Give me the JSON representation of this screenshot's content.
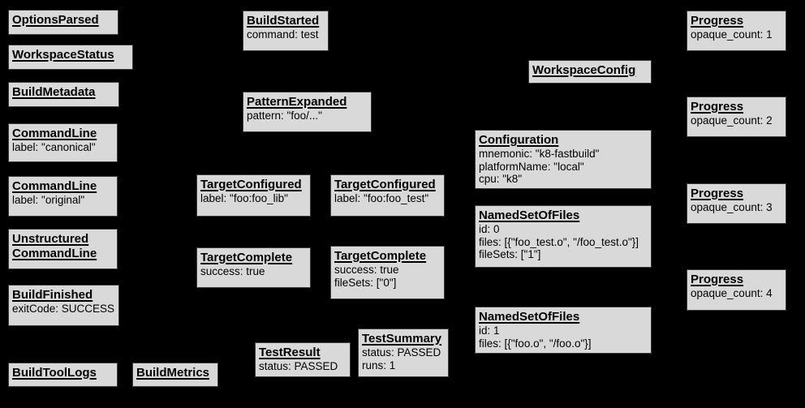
{
  "diagram": {
    "description": "Build event protocol event graph",
    "colors": {
      "background": "#000000",
      "box_fill": "#d9d9d9",
      "box_border": "#3d3d3d",
      "text": "#000000"
    },
    "events": {
      "options_parsed": {
        "title": "OptionsParsed",
        "lines": []
      },
      "workspace_status": {
        "title": "WorkspaceStatus",
        "lines": []
      },
      "build_metadata": {
        "title": "BuildMetadata",
        "lines": []
      },
      "command_line_canonical": {
        "title": "CommandLine",
        "lines": [
          "label: \"canonical\""
        ]
      },
      "command_line_original": {
        "title": "CommandLine",
        "lines": [
          "label: \"original\""
        ]
      },
      "unstructured_command_line": {
        "title": "Unstructured CommandLine",
        "lines": []
      },
      "build_finished": {
        "title": "BuildFinished",
        "lines": [
          "exitCode: SUCCESS"
        ]
      },
      "build_tool_logs": {
        "title": "BuildToolLogs",
        "lines": []
      },
      "build_metrics": {
        "title": "BuildMetrics",
        "lines": []
      },
      "build_started": {
        "title": "BuildStarted",
        "lines": [
          "command: test"
        ]
      },
      "pattern_expanded": {
        "title": "PatternExpanded",
        "lines": [
          "pattern: \"foo/...\""
        ]
      },
      "target_configured_lib": {
        "title": "TargetConfigured",
        "lines": [
          "label: \"foo:foo_lib\""
        ]
      },
      "target_configured_test": {
        "title": "TargetConfigured",
        "lines": [
          "label: \"foo:foo_test\""
        ]
      },
      "target_complete_lib": {
        "title": "TargetComplete",
        "lines": [
          "success: true"
        ]
      },
      "target_complete_test": {
        "title": "TargetComplete",
        "lines": [
          "success: true",
          "fileSets: [\"0\"]"
        ]
      },
      "test_result": {
        "title": "TestResult",
        "lines": [
          "status: PASSED"
        ]
      },
      "test_summary": {
        "title": "TestSummary",
        "lines": [
          "status: PASSED",
          "runs: 1"
        ]
      },
      "workspace_config": {
        "title": "WorkspaceConfig",
        "lines": []
      },
      "configuration": {
        "title": "Configuration",
        "lines": [
          "mnemonic: \"k8-fastbuild\"",
          "platformName: \"local\"",
          "cpu: \"k8\""
        ]
      },
      "named_set_of_files_0": {
        "title": "NamedSetOfFiles",
        "lines": [
          "id: 0",
          "files: [{\"foo_test.o\", \"/foo_test.o\"}]",
          "fileSets: [\"1\"]"
        ]
      },
      "named_set_of_files_1": {
        "title": "NamedSetOfFiles",
        "lines": [
          "id: 1",
          "files: [{\"foo.o\", \"/foo.o\"}]"
        ]
      },
      "progress_1": {
        "title": "Progress",
        "lines": [
          "opaque_count: 1"
        ]
      },
      "progress_2": {
        "title": "Progress",
        "lines": [
          "opaque_count: 2"
        ]
      },
      "progress_3": {
        "title": "Progress",
        "lines": [
          "opaque_count: 3"
        ]
      },
      "progress_4": {
        "title": "Progress",
        "lines": [
          "opaque_count: 4"
        ]
      }
    }
  }
}
